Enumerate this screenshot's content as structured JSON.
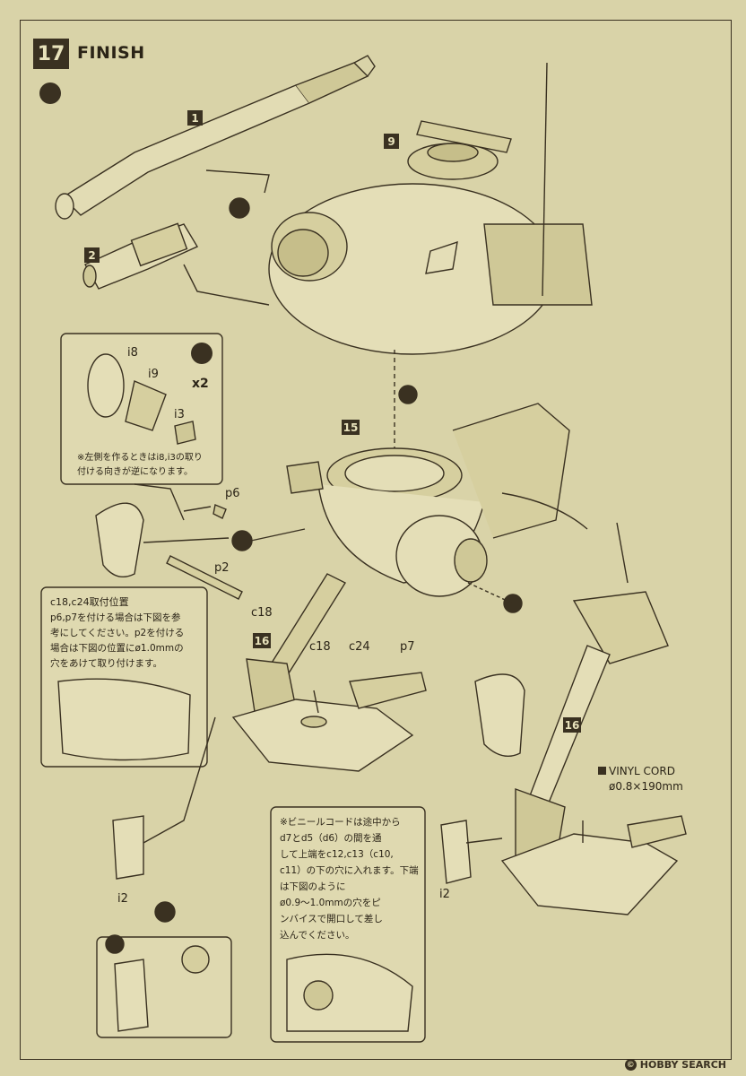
{
  "step": {
    "number": "17",
    "title": "FINISH"
  },
  "tags": [
    "1",
    "2",
    "9",
    "15",
    "16",
    "16"
  ],
  "parts": {
    "i8": "i8",
    "i9": "i9",
    "i3": "i3",
    "p6": "p6",
    "p2": "p2",
    "p7": "p7",
    "c18a": "c18",
    "c18b": "c18",
    "c24": "c24",
    "i2a": "i2",
    "i2b": "i2"
  },
  "multiplier": "x2",
  "notes": {
    "left_side": "※左側を作るときはi8,i3の取り\n付ける向きが逆になります。",
    "c18_title": "c18,c24取付位置",
    "c18_body": "p6,p7を付ける場合は下図を参\n考にしてください。p2を付ける\n場合は下図の位置にø1.0mmの\n穴をあけて取り付けます。",
    "vinyl_instr": "※ビニールコードは途中から\nd7とd5（d6）の間を通\nして上端をc12,c13（c10,\nc11）の下の穴に入れます。下端は下図のように\nø0.9〜1.0mmの穴をピ\nンバイスで開口して差し\n込んでください。"
  },
  "vinyl_cord": {
    "label": "VINYL CORD",
    "spec": "ø0.8×190mm"
  },
  "watermark": {
    "symbol": "©",
    "text": "HOBBY SEARCH"
  },
  "icons": [
    "cement-icon",
    "no-cement-icon",
    "arrow-swap-icon"
  ]
}
